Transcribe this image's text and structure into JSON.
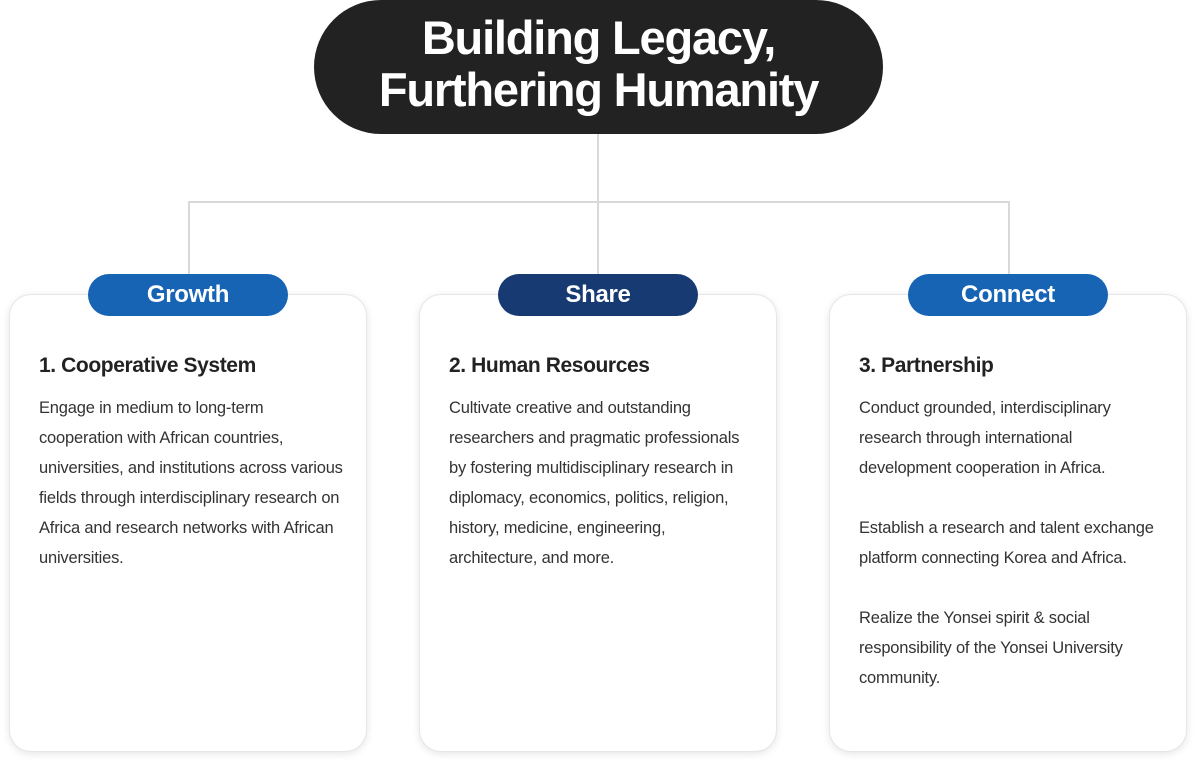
{
  "title": {
    "line1": "Building Legacy,",
    "line2": "Furthering Humanity"
  },
  "colors": {
    "title_bg": "#222222",
    "growth": "#1763b4",
    "share": "#173a72",
    "connect": "#1763b4",
    "connector": "#d9d9d9"
  },
  "columns": [
    {
      "badge": "Growth",
      "heading": "1. Cooperative System",
      "paragraphs": [
        "Engage in medium to long-term cooperation with African countries, universities, and institutions across various fields through interdisciplinary research on Africa and research networks with African universities."
      ]
    },
    {
      "badge": "Share",
      "heading": "2. Human Resources",
      "paragraphs": [
        "Cultivate creative and outstanding researchers and pragmatic professionals by fostering multidisciplinary research in diplomacy, economics, politics, religion, history, medicine, engineering, architecture, and more."
      ]
    },
    {
      "badge": "Connect",
      "heading": "3. Partnership",
      "paragraphs": [
        "Conduct grounded, interdisciplinary research through international development cooperation in Africa.",
        "Establish a research and talent exchange platform connecting Korea and Africa.",
        "Realize the Yonsei spirit & social responsibility of the Yonsei University community."
      ]
    }
  ]
}
